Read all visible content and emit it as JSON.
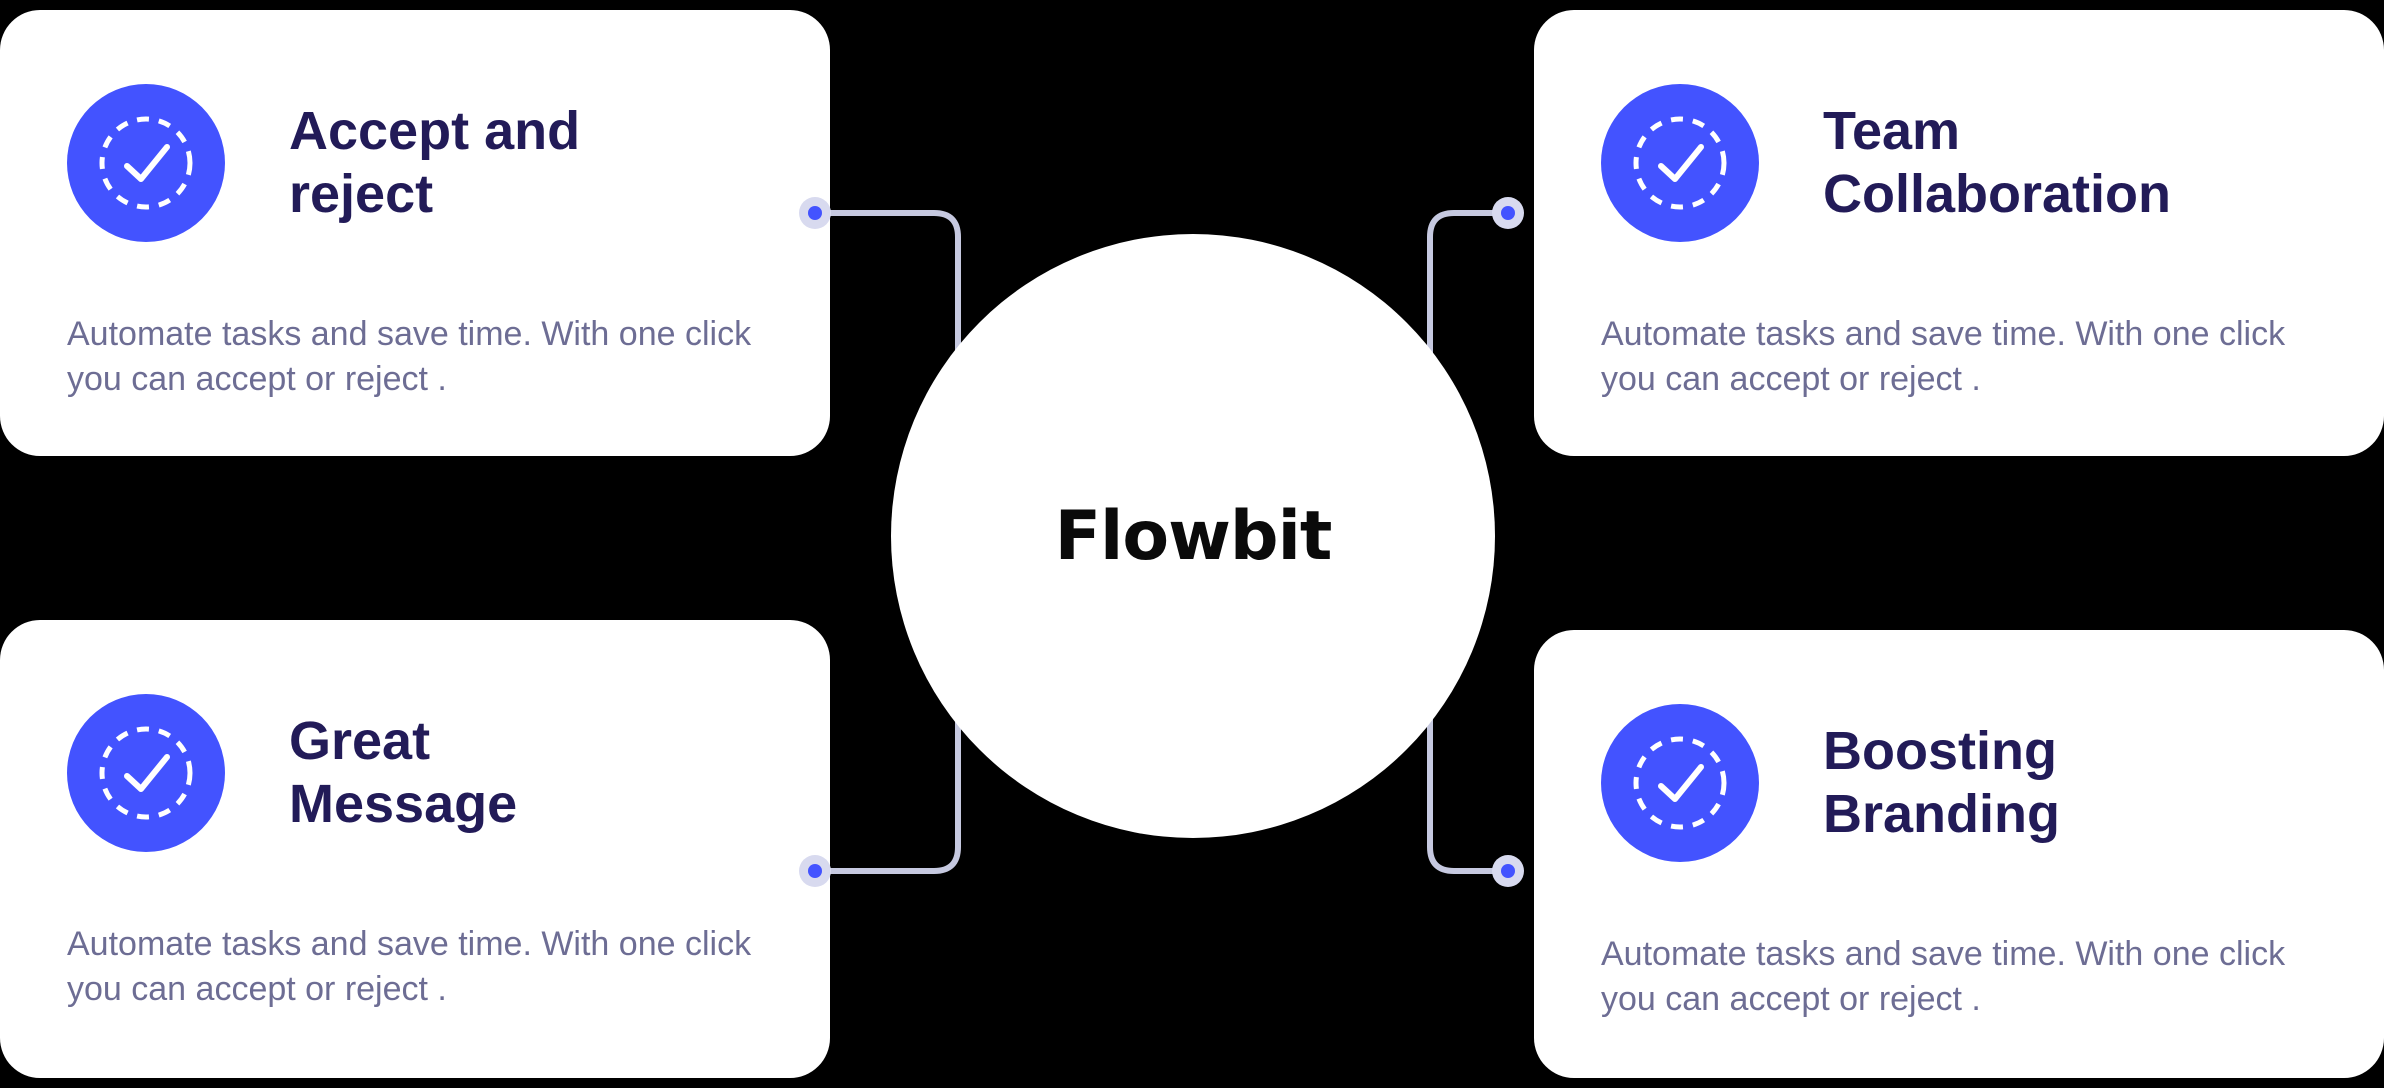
{
  "center": {
    "label": "Flowbit"
  },
  "cards": [
    {
      "position": "top-left",
      "title_line1": "Accept and",
      "title_line2": "reject",
      "description": "Automate tasks and save time. With one click you can accept or reject ."
    },
    {
      "position": "top-right",
      "title_line1": "Team",
      "title_line2": "Collaboration",
      "description": "Automate tasks and save time. With one click you can accept or reject ."
    },
    {
      "position": "bottom-left",
      "title_line1": "Great",
      "title_line2": "Message",
      "description": "Automate tasks and save time. With one click you can accept or reject ."
    },
    {
      "position": "bottom-right",
      "title_line1": "Boosting",
      "title_line2": "Branding",
      "description": "Automate tasks and save time. With one click you can accept or reject ."
    }
  ],
  "icons": [
    {
      "name": "check-badge-icon",
      "meaning": "dashed circle with checkmark"
    }
  ],
  "colors": {
    "background": "#000000",
    "card_background": "#ffffff",
    "accent": "#4353ff",
    "title_text": "#221b58",
    "body_text": "#6d6d94",
    "connector_line": "#c6c9e0",
    "connector_dot_halo": "#d8daef",
    "brand_text": "#0a0a0a"
  }
}
